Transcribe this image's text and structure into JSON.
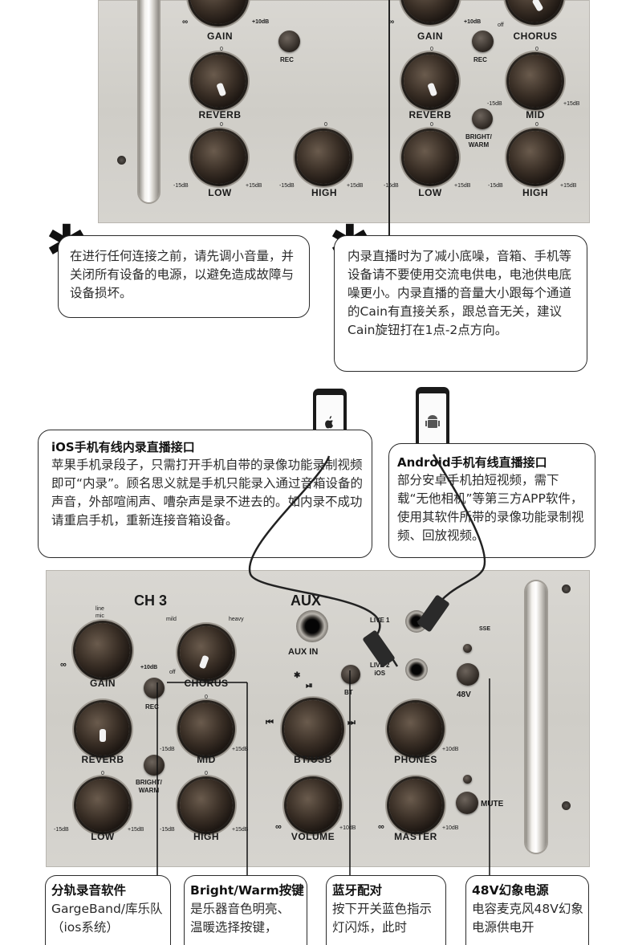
{
  "top_panel": {
    "left": {
      "gain_label": "GAIN",
      "gain_max": "+10dB",
      "rec_label": "REC",
      "reverb_label": "REVERB",
      "reverb_zero": "0",
      "low_label": "LOW",
      "low_zero": "0",
      "low_min": "-15dB",
      "low_max": "+15dB",
      "high_label": "HIGH",
      "high_zero": "0",
      "high_min": "-15dB",
      "high_max": "+15dB",
      "infinity": "∞"
    },
    "right": {
      "gain_label": "GAIN",
      "gain_max": "+10dB",
      "infinity": "∞",
      "off": "off",
      "chorus_label": "CHORUS",
      "rec_label": "REC",
      "reverb_label": "REVERB",
      "reverb_zero": "0",
      "mid_label": "MID",
      "mid_zero": "0",
      "mid_min": "-15dB",
      "mid_max": "+15dB",
      "bright_warm_label": "BRIGHT/\nWARM",
      "low_label": "LOW",
      "low_zero": "0",
      "low_min": "-15dB",
      "low_max": "+15dB",
      "high_label": "HIGH",
      "high_zero": "0",
      "high_min": "-15dB",
      "high_max": "+15dB"
    }
  },
  "notes": {
    "star_symbol": "✱",
    "note1": "在进行任何连接之前，请先调小音量，并关闭所有设备的电源，以避免造成故障与设备损坏。",
    "note2": "内录直播时为了减小底噪，音箱、手机等设备请不要使用交流电供电，电池供电底噪更小。内录直播的音量大小跟每个通道的Cain有直接关系，跟总音无关，建议Cain旋钮打在1点-2点方向。"
  },
  "ios_box": {
    "title": "iOS手机有线内录直播接口",
    "body": "苹果手机录段子，只需打开手机自带的录像功能录制视频即可“内录”。顾名思义就是手机只能录入通过音箱设备的声音，外部喧闹声、嘈杂声是录不进去的。如内录不成功请重启手机，重新连接音箱设备。"
  },
  "android_box": {
    "title": "Android手机有线直播接口",
    "body": "部分安卓手机拍短视频，需下载“无他相机”等第三方APP软件，使用其软件所带的录像功能录制视频、回放视频。"
  },
  "bottom_panel": {
    "ch3": "CH 3",
    "aux": "AUX",
    "aux_in": "AUX IN",
    "line_mic": "line\nmic",
    "mild": "mild",
    "heavy": "heavy",
    "gain_label": "GAIN",
    "gain_max": "+10dB",
    "infinity": "∞",
    "off": "off",
    "chorus_label": "CHORUS",
    "rec_label": "REC",
    "reverb_label": "REVERB",
    "mid_label": "MID",
    "mid_min": "-15dB",
    "mid_max": "+15dB",
    "zero": "0",
    "bright_warm_label": "BRIGHT/\nWARM",
    "low_label": "LOW",
    "low_min": "-15dB",
    "low_max": "+15dB",
    "high_label": "HIGH",
    "high_min": "-15dB",
    "high_max": "+15dB",
    "bt_usb_label": "BT/USB",
    "bt_label": "BT",
    "volume_label": "VOLUME",
    "volume_max": "+10dB",
    "live1": "LIVE 1",
    "live2": "LIVE 2\niOS",
    "v48": "48V",
    "phones_label": "PHONES",
    "phones_max": "+10dB",
    "master_label": "MASTER",
    "master_max": "+10dB",
    "mute_label": "MUTE",
    "logo_text": "SSE"
  },
  "bottom_boxes": [
    {
      "title": "分轨录音软件",
      "body": "GargeBand/库乐队（ios系统）"
    },
    {
      "title": "Bright/Warm按键",
      "body": "是乐器音色明亮、温暖选择按键，"
    },
    {
      "title": "蓝牙配对",
      "body": "按下开关蓝色指示灯闪烁，此时"
    },
    {
      "title": "48V幻象电源",
      "body": "电容麦克风48V幻象电源供电开"
    }
  ]
}
